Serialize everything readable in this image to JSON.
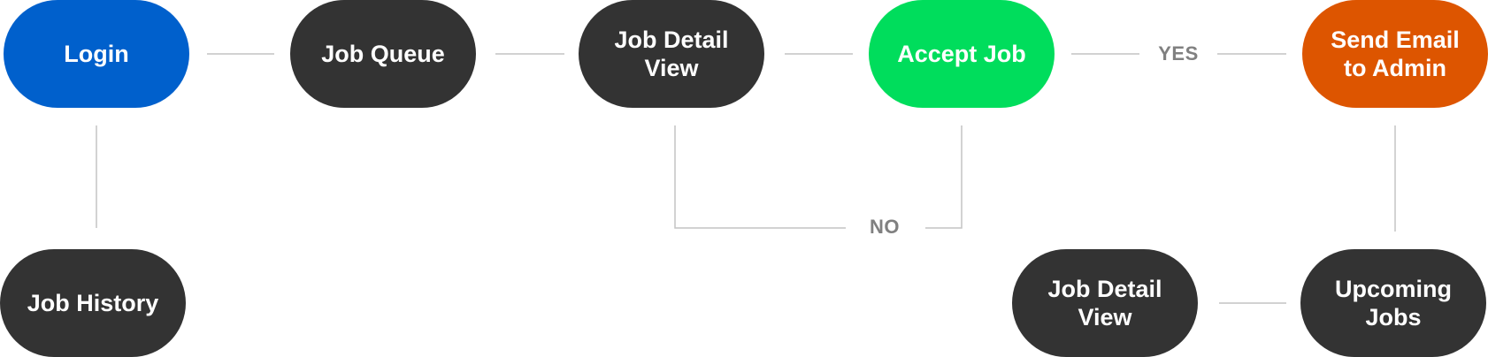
{
  "colors": {
    "login": "#0060CC",
    "default_node": "#333333",
    "accept": "#00DD5C",
    "send_email": "#DD5500",
    "connector": "#C4C4C4",
    "edge_label": "#808080"
  },
  "nodes": {
    "login": "Login",
    "job_queue": "Job Queue",
    "job_detail_view_top": "Job Detail\nView",
    "accept_job": "Accept Job",
    "send_email": "Send Email\nto Admin",
    "job_history": "Job History",
    "job_detail_view_bottom": "Job Detail\nView",
    "upcoming_jobs": "Upcoming\nJobs"
  },
  "edges": {
    "yes_label": "YES",
    "no_label": "NO"
  }
}
